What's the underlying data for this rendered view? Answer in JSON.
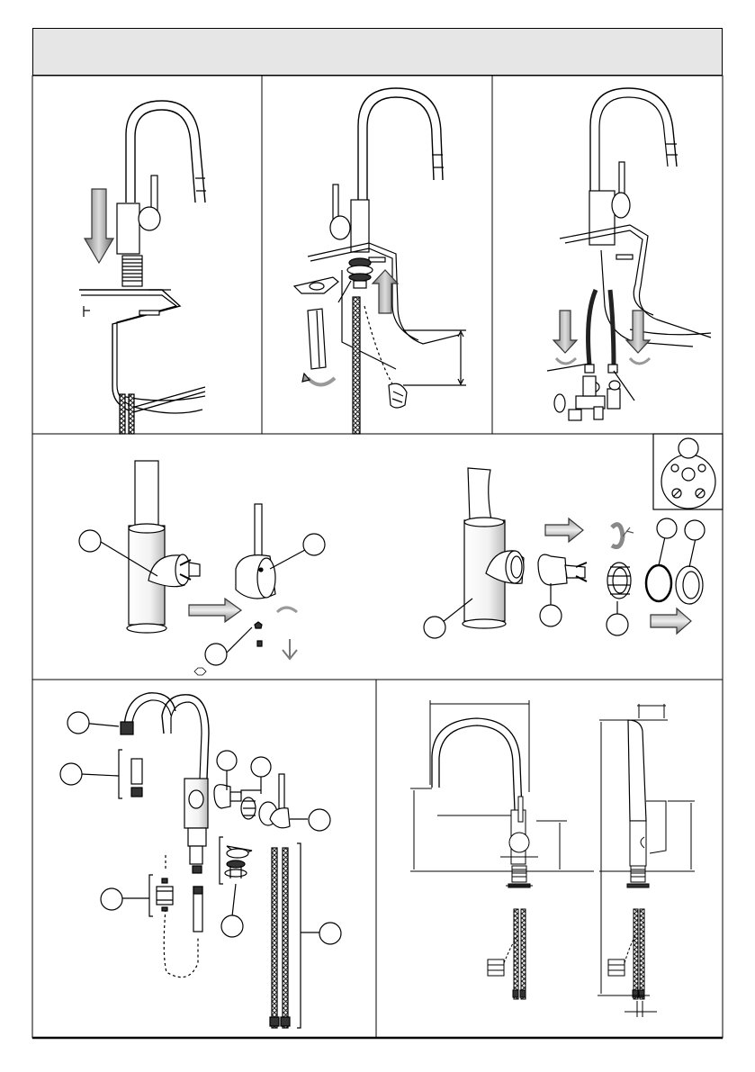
{
  "header": {
    "fill": "#e6e6e6",
    "text": ""
  },
  "colors": {
    "line": "#000000",
    "hose": "#444444",
    "band": "#e6e6e6"
  },
  "panels": [
    {
      "id": "mount-insert",
      "arrow": "down-arrow-icon"
    },
    {
      "id": "mount-tighten",
      "arrow": "up-arrow-icon"
    },
    {
      "id": "connect-supply",
      "arrow": "down-arrow-icon"
    },
    {
      "id": "cartridge-removal",
      "callouts": 3
    },
    {
      "id": "cartridge-replace",
      "callouts": 5
    },
    {
      "id": "exploded-parts",
      "callouts": 7
    },
    {
      "id": "dimensions-front-side",
      "callouts": 0
    }
  ]
}
